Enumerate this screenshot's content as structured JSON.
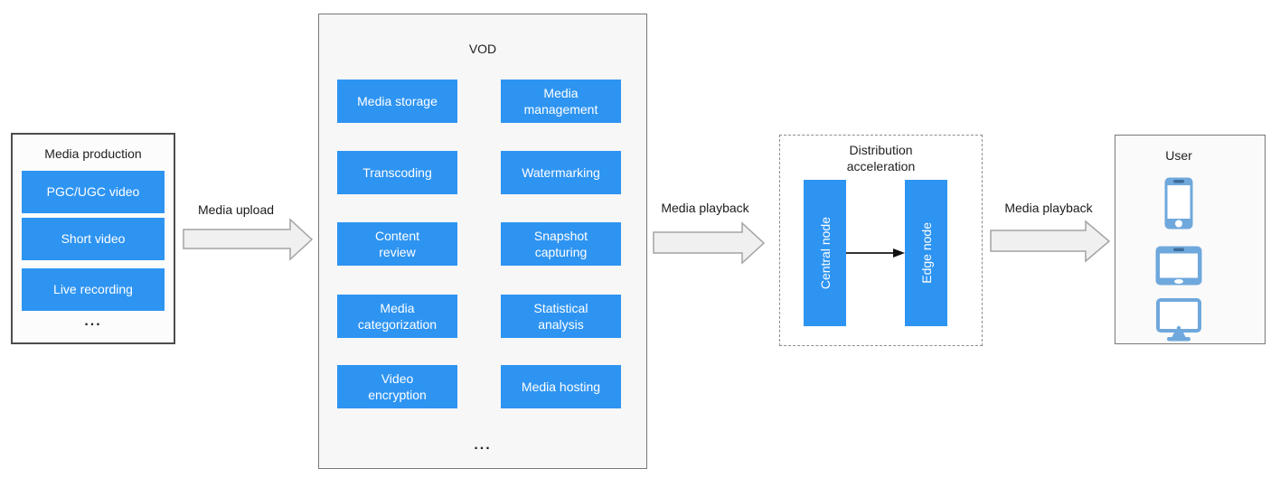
{
  "production": {
    "title": "Media production",
    "items": [
      {
        "label": "PGC/UGC video"
      },
      {
        "label": "Short video"
      },
      {
        "label": "Live recording"
      }
    ],
    "ellipsis": "..."
  },
  "arrows": {
    "upload_label": "Media upload",
    "playback1_label": "Media playback",
    "playback2_label": "Media playback"
  },
  "vod": {
    "title": "VOD",
    "items": [
      {
        "label": "Media storage"
      },
      {
        "label": "Media\nmanagement"
      },
      {
        "label": "Transcoding"
      },
      {
        "label": "Watermarking"
      },
      {
        "label": "Content\nreview"
      },
      {
        "label": "Snapshot\ncapturing"
      },
      {
        "label": "Media\ncategorization"
      },
      {
        "label": "Statistical\nanalysis"
      },
      {
        "label": "Video\nencryption"
      },
      {
        "label": "Media hosting"
      }
    ],
    "ellipsis": "..."
  },
  "distribution": {
    "title": "Distribution\nacceleration",
    "central_node_label": "Central node",
    "edge_node_label": "Edge node"
  },
  "user": {
    "title": "User",
    "devices": [
      "smartphone",
      "tablet",
      "desktop-monitor"
    ]
  },
  "colors": {
    "accent_blue": "#2E94F2",
    "device_blue": "#6FA8DC",
    "device_blue_dark": "#3D6D9C",
    "arrow_fill": "#F0F0F0",
    "arrow_stroke": "#A3A3A3",
    "connector_color": "#333333"
  }
}
